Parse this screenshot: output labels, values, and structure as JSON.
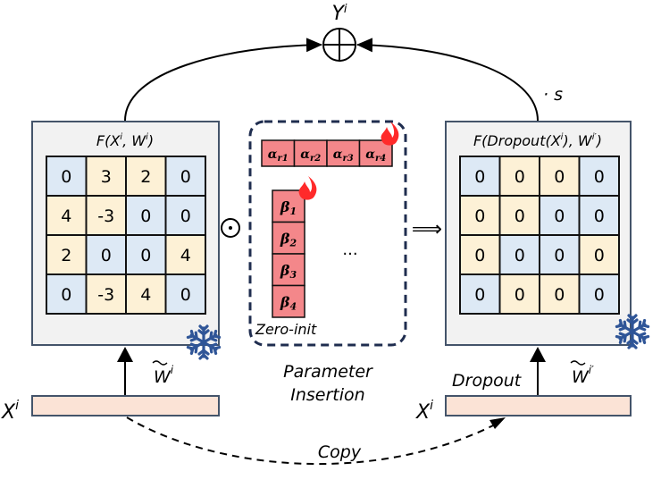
{
  "output": {
    "label": "Y",
    "sup": "i",
    "op": "⊕"
  },
  "scale_label": "· s",
  "left_block": {
    "title_prefix": "F(X",
    "title_sup": "i",
    "title_mid": ", ",
    "title_w": "W",
    "title_w_sup": "i",
    "title_suffix": ")",
    "matrix": [
      [
        0,
        3,
        2,
        0
      ],
      [
        4,
        -3,
        0,
        0
      ],
      [
        2,
        0,
        0,
        4
      ],
      [
        0,
        -3,
        4,
        0
      ]
    ],
    "colors": [
      [
        "b",
        "y",
        "y",
        "b"
      ],
      [
        "y",
        "y",
        "b",
        "b"
      ],
      [
        "y",
        "b",
        "b",
        "y"
      ],
      [
        "b",
        "y",
        "y",
        "b"
      ]
    ],
    "frozen_icon": "snowflake-icon",
    "weight_label": "W",
    "weight_sup": "i",
    "input_label": "X",
    "input_sup": "i"
  },
  "hadamard_op": "⊙",
  "implies_op": "⟹",
  "insertion": {
    "alphas": [
      {
        "base": "α",
        "sub": "r1"
      },
      {
        "base": "α",
        "sub": "r2"
      },
      {
        "base": "α",
        "sub": "r3"
      },
      {
        "base": "α",
        "sub": "r4"
      }
    ],
    "betas": [
      {
        "base": "β",
        "sub": "1"
      },
      {
        "base": "β",
        "sub": "2"
      },
      {
        "base": "β",
        "sub": "3"
      },
      {
        "base": "β",
        "sub": "4"
      }
    ],
    "ellipsis": "···",
    "zero_init_label": "Zero-init",
    "trainable_icon": "fire-icon",
    "caption_line1": "Parameter",
    "caption_line2": "Insertion"
  },
  "right_block": {
    "title_prefix": "F(Dropout(X",
    "title_sup": "i",
    "title_mid": "), ",
    "title_w": "W",
    "title_w_sup": "i′",
    "title_suffix": ")",
    "matrix": [
      [
        0,
        0,
        0,
        0
      ],
      [
        0,
        0,
        0,
        0
      ],
      [
        0,
        0,
        0,
        0
      ],
      [
        0,
        0,
        0,
        0
      ]
    ],
    "colors": [
      [
        "b",
        "y",
        "y",
        "b"
      ],
      [
        "y",
        "y",
        "b",
        "b"
      ],
      [
        "y",
        "b",
        "b",
        "y"
      ],
      [
        "b",
        "y",
        "y",
        "b"
      ]
    ],
    "frozen_icon": "snowflake-icon",
    "dropout_label": "Dropout",
    "weight_label": "W",
    "weight_sup": "i′",
    "input_label": "X",
    "input_sup": "i"
  },
  "copy_label": "Copy",
  "colors": {
    "cell_blue": "#dde9f5",
    "cell_yellow": "#fdf1d6",
    "block_bg": "#f2f2f2",
    "block_border": "#44546a",
    "param_fill": "#f4878a",
    "dash_border": "#1f2d4f",
    "input_fill": "#fbe3d6",
    "snowflake": "#2f5597",
    "fire": "#ff2a2a"
  }
}
